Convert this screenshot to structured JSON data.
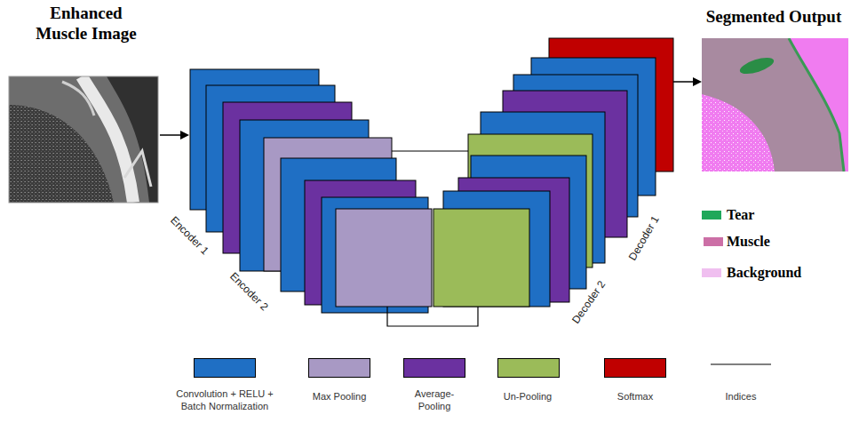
{
  "diagram": {
    "nodes": [
      {
        "text": [
          "Enhanced Muscle Image"
        ]
      },
      {
        "text": [
          "Segmented Output"
        ]
      }
    ],
    "labels": [
      "Encoder 1",
      "Encoder 2",
      "Decoder 2",
      "Decoder 1"
    ],
    "legend": [
      {
        "text": "Tear",
        "color": "#1fa85a"
      },
      {
        "text": "Muscle",
        "color": "#cc6fa6"
      },
      {
        "text": "Background",
        "color": "#f0bff0"
      },
      {
        "text": "Convolution + RELU + Batch Normalization",
        "color": "#1f6fc4"
      },
      {
        "text": "Max Pooling",
        "color": "#a899c4"
      },
      {
        "text": "Average-Pooling",
        "color": "#6b31a0"
      },
      {
        "text": "Un-Pooling",
        "color": "#9bbb59"
      },
      {
        "text": "Softmax",
        "color": "#c00000"
      },
      {
        "text": "Indices"
      }
    ]
  }
}
